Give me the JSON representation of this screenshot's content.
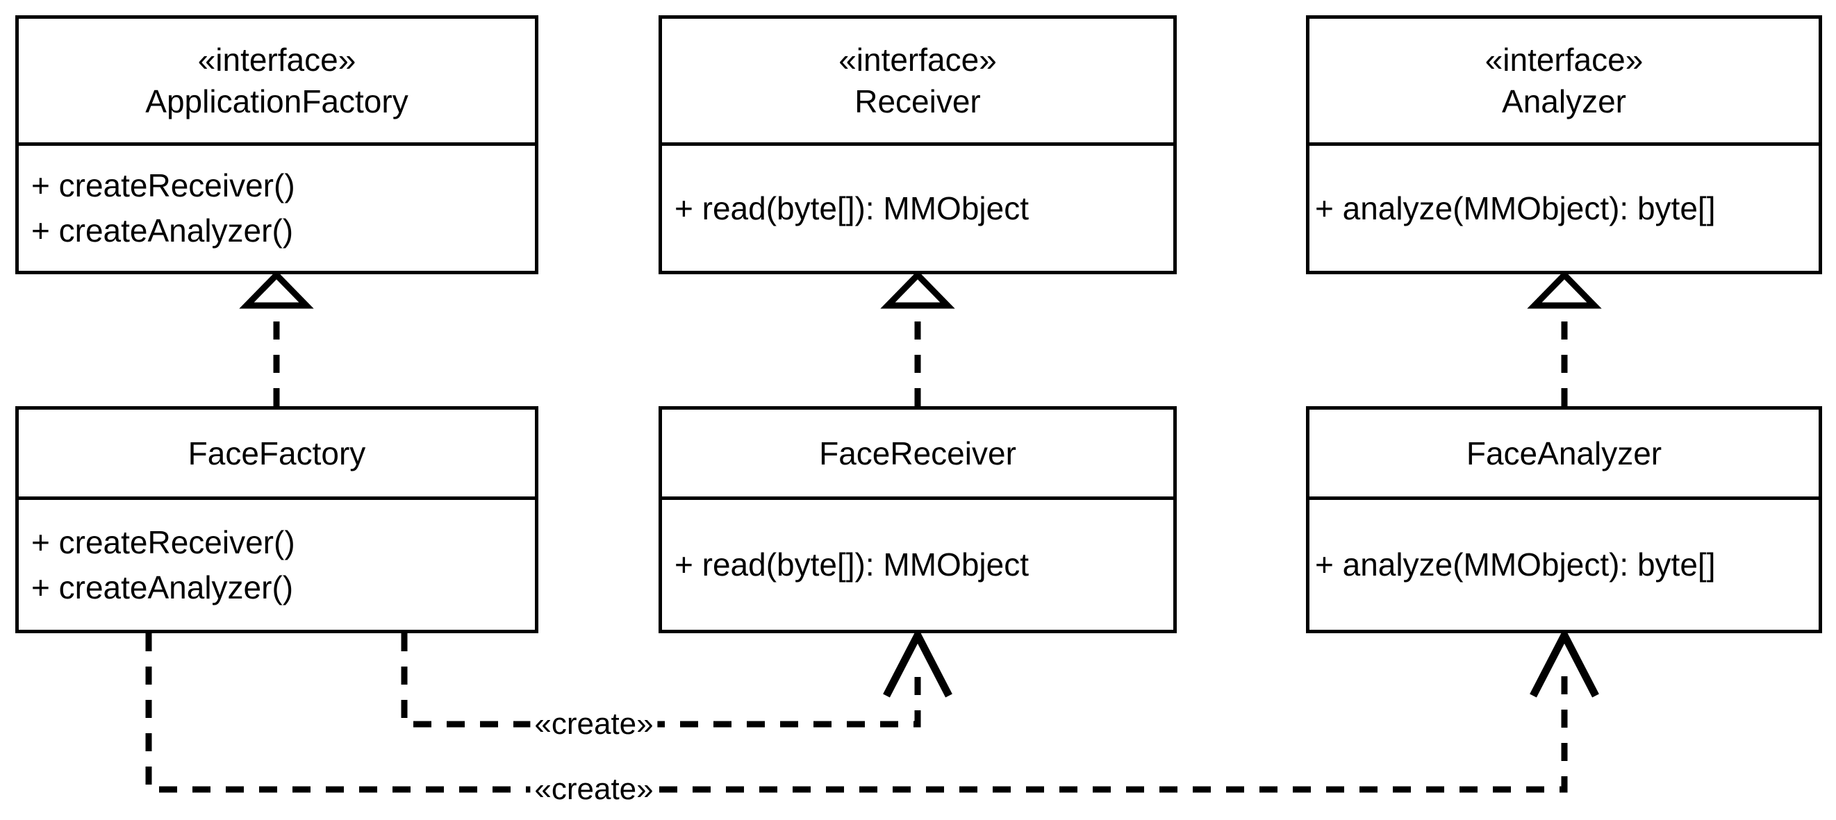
{
  "diagram": {
    "type": "uml-class-diagram",
    "background_color": "#ffffff",
    "stroke_color": "#000000",
    "classes": [
      {
        "id": "application-factory",
        "stereotype": "«interface»",
        "name": "ApplicationFactory",
        "members": [
          "+ createReceiver()",
          "+ createAnalyzer()"
        ]
      },
      {
        "id": "receiver",
        "stereotype": "«interface»",
        "name": "Receiver",
        "members": [
          "+ read(byte[]): MMObject"
        ]
      },
      {
        "id": "analyzer",
        "stereotype": "«interface»",
        "name": "Analyzer",
        "members": [
          "+ analyze(MMObject): byte[]"
        ]
      },
      {
        "id": "face-factory",
        "stereotype": "",
        "name": "FaceFactory",
        "members": [
          "+ createReceiver()",
          "+ createAnalyzer()"
        ]
      },
      {
        "id": "face-receiver",
        "stereotype": "",
        "name": "FaceReceiver",
        "members": [
          "+ read(byte[]): MMObject"
        ]
      },
      {
        "id": "face-analyzer",
        "stereotype": "",
        "name": "FaceAnalyzer",
        "members": [
          "+ analyze(MMObject): byte[]"
        ]
      }
    ],
    "relationships": [
      {
        "id": "realization-factory",
        "kind": "realization",
        "from": "FaceFactory",
        "to": "ApplicationFactory",
        "line_style": "dashed",
        "arrowhead": "hollow-triangle",
        "label": ""
      },
      {
        "id": "realization-receiver",
        "kind": "realization",
        "from": "FaceReceiver",
        "to": "Receiver",
        "line_style": "dashed",
        "arrowhead": "hollow-triangle",
        "label": ""
      },
      {
        "id": "realization-analyzer",
        "kind": "realization",
        "from": "FaceAnalyzer",
        "to": "Analyzer",
        "line_style": "dashed",
        "arrowhead": "hollow-triangle",
        "label": ""
      },
      {
        "id": "dependency-create-receiver",
        "kind": "dependency",
        "from": "FaceFactory",
        "to": "FaceReceiver",
        "line_style": "dashed",
        "arrowhead": "open-arrow",
        "label": "«create»"
      },
      {
        "id": "dependency-create-analyzer",
        "kind": "dependency",
        "from": "FaceFactory",
        "to": "FaceAnalyzer",
        "line_style": "dashed",
        "arrowhead": "open-arrow",
        "label": "«create»"
      }
    ]
  }
}
